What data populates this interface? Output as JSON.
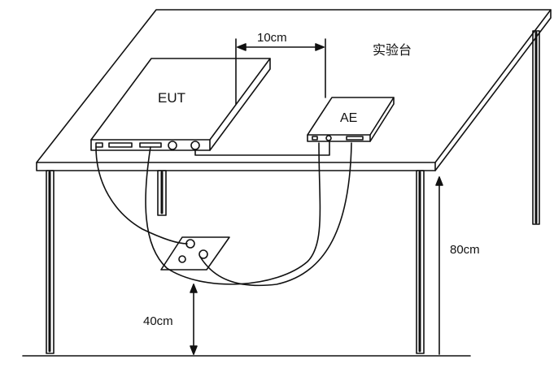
{
  "labels": {
    "eut": "EUT",
    "ae": "AE",
    "table": "实验台",
    "gap": "10cm",
    "table_height": "80cm",
    "plate_height": "40cm"
  },
  "colors": {
    "ink": "#111111",
    "paper": "#ffffff"
  }
}
